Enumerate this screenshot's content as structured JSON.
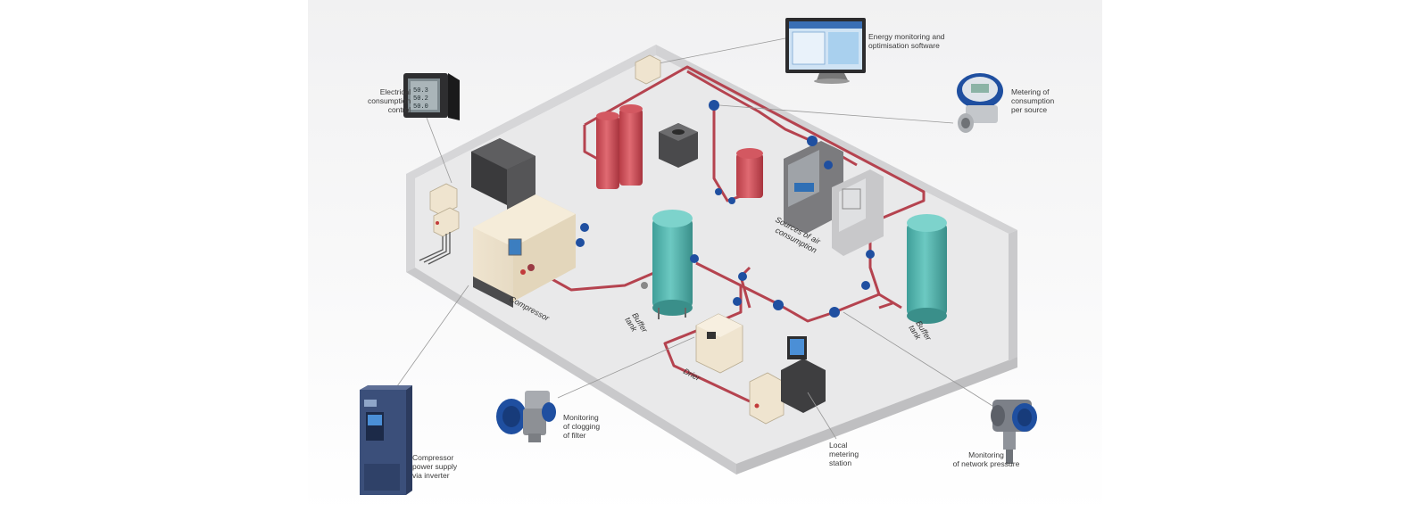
{
  "callouts": {
    "energy_software": [
      "Energy monitoring and",
      "optimisation software"
    ],
    "metering_source": [
      "Metering of",
      "consumption",
      "per source"
    ],
    "electrical_control": [
      "Electrical",
      "consumption",
      "control"
    ],
    "inverter": [
      "Compressor",
      "power supply",
      "via inverter"
    ],
    "filter_clogging": [
      "Monitoring",
      "of clogging",
      "of filter"
    ],
    "local_station": [
      "Local",
      "metering",
      "station"
    ],
    "network_pressure": [
      "Monitoring",
      "of network pressure"
    ]
  },
  "floor_labels": {
    "compressor": "Compressor",
    "buffer_tank_left": [
      "Buffer",
      "tank"
    ],
    "buffer_tank_right": [
      "Buffer",
      "tank"
    ],
    "drier": "Drier",
    "sources": [
      "Sources of air",
      "consumption"
    ]
  },
  "colors": {
    "pipe": "#b5434f",
    "tank_red": "#c94b55",
    "tank_teal": "#4fb3ad",
    "meter_blue": "#1f4fa0",
    "floor": "#e9e9ea",
    "wall": "#dadadb"
  }
}
